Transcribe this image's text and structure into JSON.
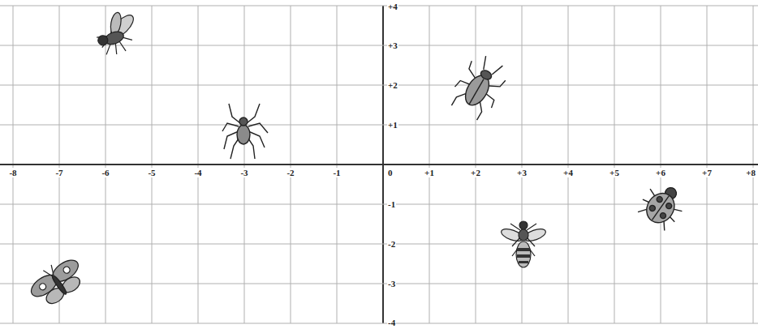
{
  "diagram": {
    "labels": [
      "-8",
      "-7",
      "-6",
      "-5",
      "-4",
      "-3",
      "-2",
      "-1",
      "0",
      "+1",
      "+2",
      "+3",
      "+4",
      "+5",
      "+6",
      "+7",
      "+8",
      "+4",
      "+3",
      "+2",
      "+1",
      "-1",
      "-2",
      "-3",
      "-4"
    ]
  }
}
